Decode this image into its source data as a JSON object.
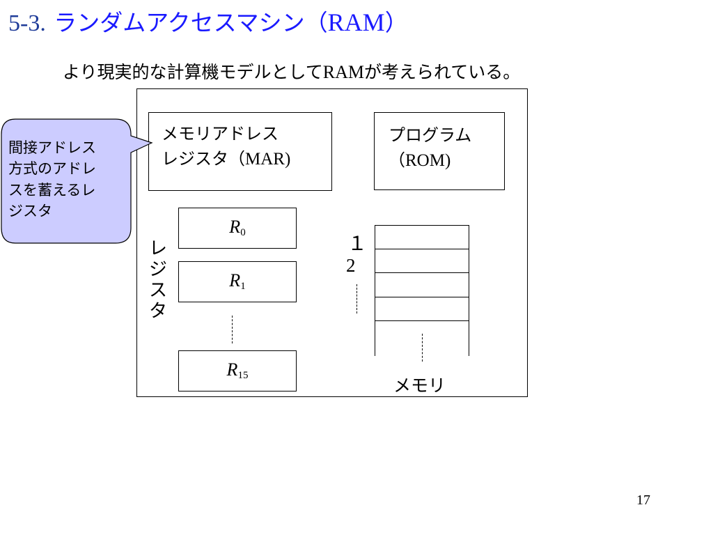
{
  "title": {
    "number": "5-3.",
    "japanese": "ランダムアクセスマシン",
    "paren_open": "（",
    "latin": "RAM",
    "paren_close": "）"
  },
  "subtitle": {
    "before": "より現実的な計算機モデルとして",
    "latin": "RAM",
    "after": "が考えられている。"
  },
  "mar_box": {
    "line1": "メモリアドレス",
    "line2_jp": "レジスタ（",
    "line2_latin": "MAR)"
  },
  "rom_box": {
    "line1": "プログラム",
    "line2_paren": "（",
    "line2_latin": "ROM)"
  },
  "registers": [
    {
      "symbol": "R",
      "index": "0"
    },
    {
      "symbol": "R",
      "index": "1"
    },
    {
      "symbol": "R",
      "index": "15"
    }
  ],
  "register_label_chars": [
    "レ",
    "ジ",
    "ス",
    "タ"
  ],
  "memory": {
    "address_1": "１",
    "address_2": "2",
    "label": "メモリ"
  },
  "callout": {
    "lines": [
      "間接アドレス",
      "方式のアドレ",
      "スを蓄えるレ",
      "ジスタ"
    ],
    "fill": "#ccccff"
  },
  "page_number": "17",
  "colors": {
    "title_number": "#1f3c99",
    "title_japanese": "#1a1aff"
  }
}
